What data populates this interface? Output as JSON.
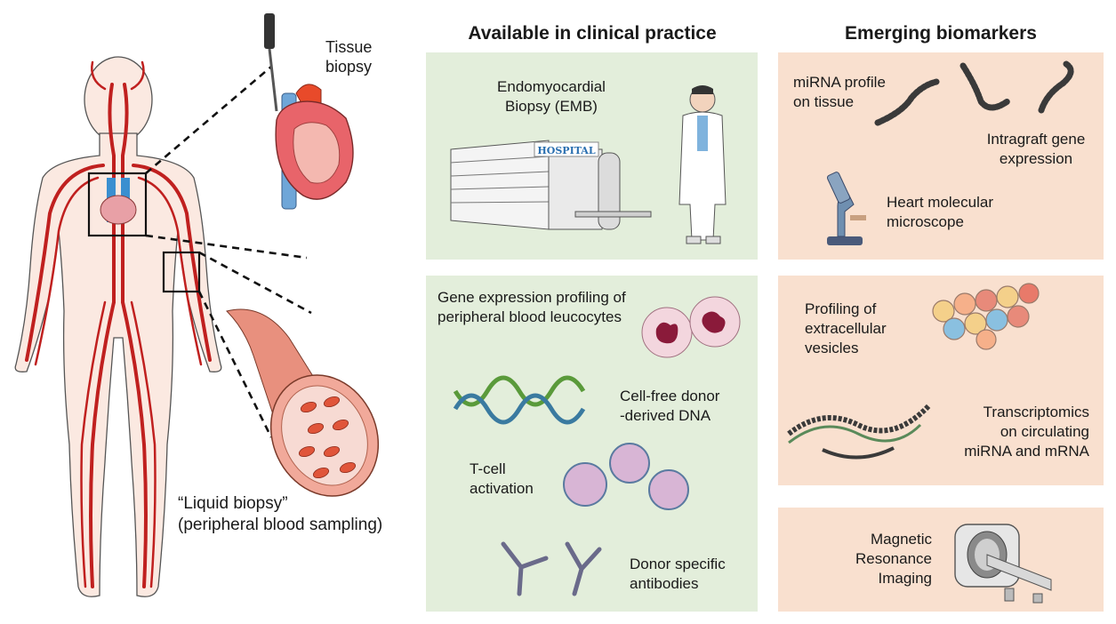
{
  "left": {
    "tissue_biopsy": [
      "Tissue",
      "biopsy"
    ],
    "liquid_biopsy": [
      "“Liquid biopsy”",
      "(peripheral blood sampling)"
    ]
  },
  "headings": {
    "clinical": "Available in clinical practice",
    "emerging": "Emerging biomarkers"
  },
  "clinical_top": {
    "emb": [
      "Endomyocardial",
      "Biopsy (EMB)"
    ],
    "hospital_sign": "HOSPITAL"
  },
  "clinical_bottom": {
    "gene_expr": [
      "Gene expression profiling of",
      "peripheral blood leucocytes"
    ],
    "cfdna": [
      "Cell-free donor",
      "-derived DNA"
    ],
    "tcell": [
      "T-cell",
      "activation"
    ],
    "dsa": [
      "Donor specific",
      "antibodies"
    ]
  },
  "emerging_top": {
    "mirna_tissue": [
      "miRNA profile",
      "on tissue"
    ],
    "intragraft": [
      "Intragraft gene",
      "expression"
    ],
    "microscope": [
      "Heart molecular",
      "microscope"
    ]
  },
  "emerging_mid": {
    "ev": [
      "Profiling of",
      "extracellular",
      "vesicles"
    ],
    "transcriptomics": [
      "Transcriptomics",
      "on circulating",
      "miRNA and mRNA"
    ]
  },
  "emerging_bottom": {
    "mri": [
      "Magnetic",
      "Resonance",
      "Imaging"
    ]
  },
  "colors": {
    "green_panel": "#e3eedb",
    "peach_panel": "#f9e0cf",
    "vessel_red": "#c0201f",
    "skin": "#fbe9e1"
  }
}
